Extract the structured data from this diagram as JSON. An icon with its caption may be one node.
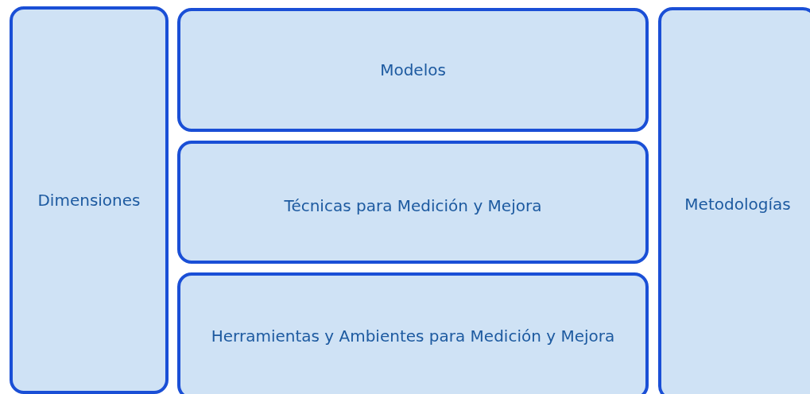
{
  "diagram": {
    "nodes": [
      {
        "text": [
          "Dimensiones"
        ]
      },
      {
        "text": [
          "Modelos"
        ]
      },
      {
        "text": [
          "Técnicas para Medición y Mejora"
        ]
      },
      {
        "text": [
          "Herramientas y Ambientes para Medición y Mejora"
        ]
      },
      {
        "text": [
          "Metodologías"
        ]
      }
    ]
  }
}
